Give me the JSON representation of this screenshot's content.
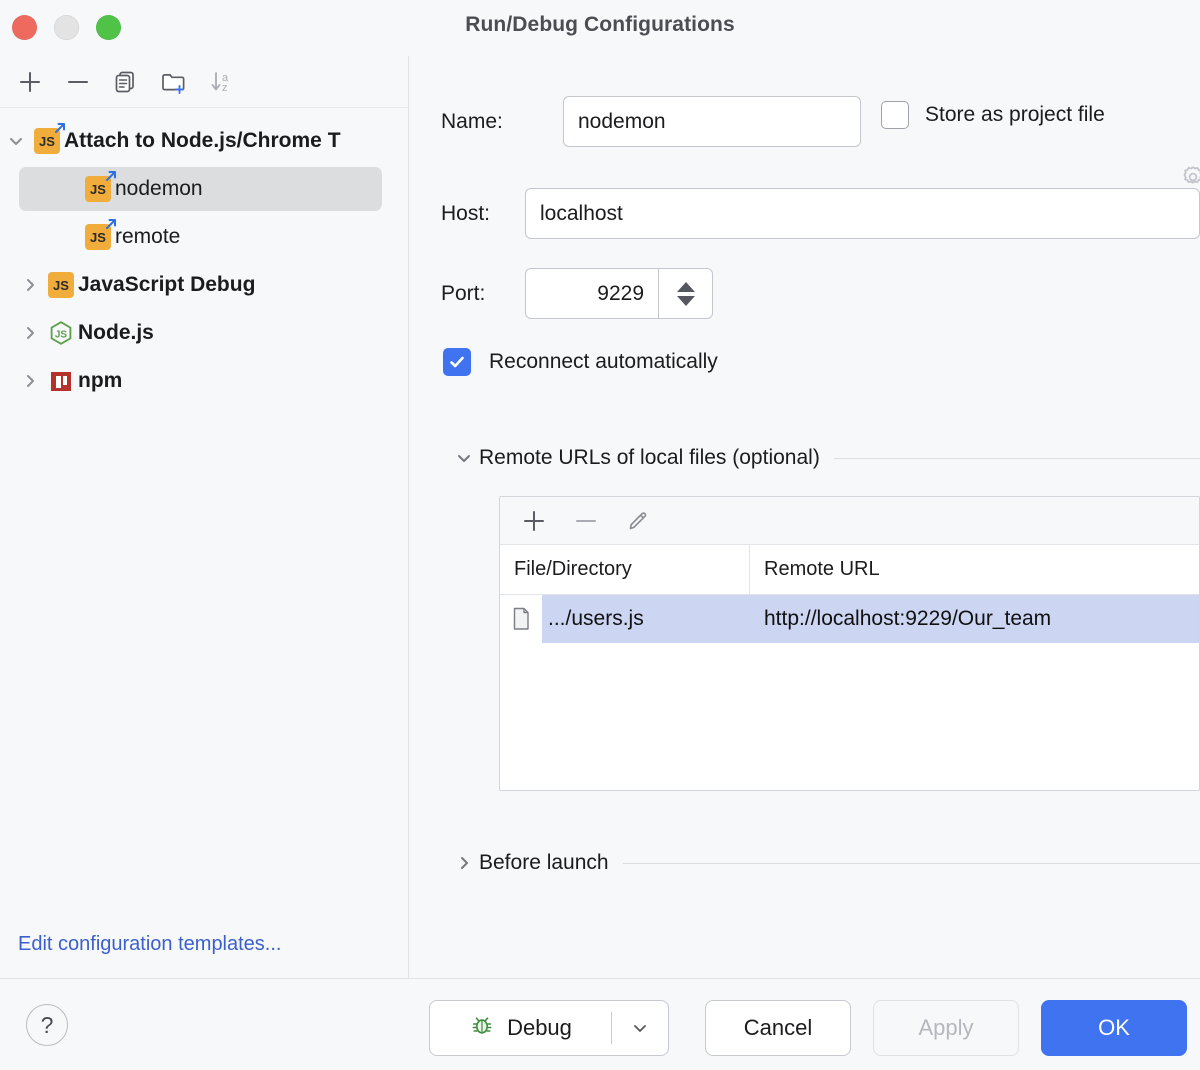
{
  "window": {
    "title": "Run/Debug Configurations",
    "traffic_lights": [
      "close",
      "minimize",
      "zoom"
    ]
  },
  "sidebar": {
    "toolbar": [
      {
        "name": "add-configuration-button",
        "icon": "plus-icon"
      },
      {
        "name": "remove-configuration-button",
        "icon": "minus-icon"
      },
      {
        "name": "copy-configuration-button",
        "icon": "copy-icon"
      },
      {
        "name": "new-folder-button",
        "icon": "folder-add-icon"
      },
      {
        "name": "sort-configurations-button",
        "icon": "sort-alpha-icon"
      }
    ],
    "tree": [
      {
        "label": "Attach to Node.js/Chrome T",
        "icon": "js-remote-icon",
        "level": 0,
        "expanded": true,
        "bold": true,
        "selected": false,
        "truncated": true
      },
      {
        "label": "nodemon",
        "icon": "js-remote-icon",
        "level": 1,
        "expanded": null,
        "bold": false,
        "selected": true
      },
      {
        "label": "remote",
        "icon": "js-remote-icon",
        "level": 1,
        "expanded": null,
        "bold": false,
        "selected": false
      },
      {
        "label": "JavaScript Debug",
        "icon": "js-icon",
        "level": 0,
        "expanded": false,
        "bold": true,
        "selected": false
      },
      {
        "label": "Node.js",
        "icon": "nodejs-icon",
        "level": 0,
        "expanded": false,
        "bold": true,
        "selected": false
      },
      {
        "label": "npm",
        "icon": "npm-icon",
        "level": 0,
        "expanded": false,
        "bold": true,
        "selected": false
      }
    ],
    "edit_templates_link": "Edit configuration templates..."
  },
  "form": {
    "name_label": "Name:",
    "name_value": "nodemon",
    "store_as_project_file_label": "Store as project file",
    "store_as_project_file_checked": false,
    "store_settings_icon": "gear-icon",
    "host_label": "Host:",
    "host_value": "localhost",
    "port_label": "Port:",
    "port_value": "9229",
    "reconnect_label": "Reconnect automatically",
    "reconnect_checked": true
  },
  "remote_urls": {
    "section_title": "Remote URLs of local files (optional)",
    "expanded": true,
    "toolbar": [
      {
        "name": "add-mapping-button",
        "icon": "plus-icon"
      },
      {
        "name": "remove-mapping-button",
        "icon": "minus-icon"
      },
      {
        "name": "edit-mapping-button",
        "icon": "pencil-icon"
      }
    ],
    "columns": [
      "File/Directory",
      "Remote URL"
    ],
    "rows": [
      {
        "icon": "file-icon",
        "file": ".../users.js",
        "url": "http://localhost:9229/Our_team",
        "selected": true
      }
    ]
  },
  "before_launch": {
    "section_title": "Before launch",
    "expanded": false
  },
  "footer": {
    "help_label": "?",
    "debug_label": "Debug",
    "debug_icon": "bug-icon",
    "debug_dropdown_icon": "chevron-down-icon",
    "cancel_label": "Cancel",
    "apply_label": "Apply",
    "apply_disabled": true,
    "ok_label": "OK"
  },
  "colors": {
    "accent": "#3f73ef",
    "selection": "#ccd5f2",
    "tree_selection": "#dcdddf",
    "link": "#3b5fcc",
    "background": "#f7f8fa",
    "js_badge": "#f0ad3c",
    "npm": "#b5322c",
    "node_green": "#5d9e4a",
    "bug_green": "#3f8c3f"
  }
}
